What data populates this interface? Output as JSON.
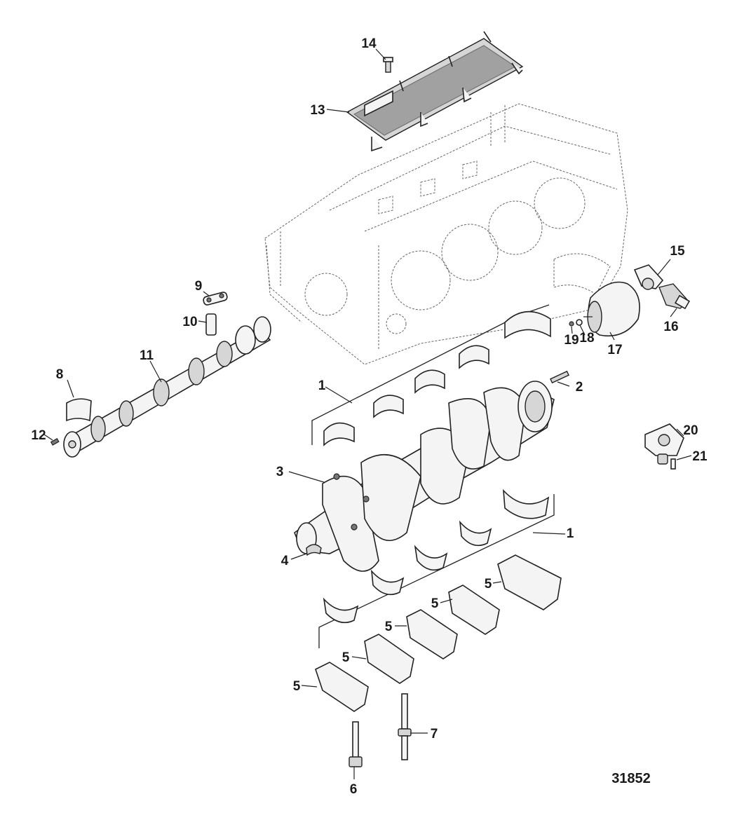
{
  "figure_number": "31852",
  "callouts": {
    "c1a": "1",
    "c1b": "1",
    "c2": "2",
    "c3": "3",
    "c4": "4",
    "c5a": "5",
    "c5b": "5",
    "c5c": "5",
    "c5d": "5",
    "c5e": "5",
    "c6": "6",
    "c7": "7",
    "c8": "8",
    "c9": "9",
    "c10": "10",
    "c11": "11",
    "c12": "12",
    "c13": "13",
    "c14": "14",
    "c15": "15",
    "c16": "16",
    "c17": "17",
    "c18": "18",
    "c19": "19",
    "c20": "20",
    "c21": "21"
  }
}
